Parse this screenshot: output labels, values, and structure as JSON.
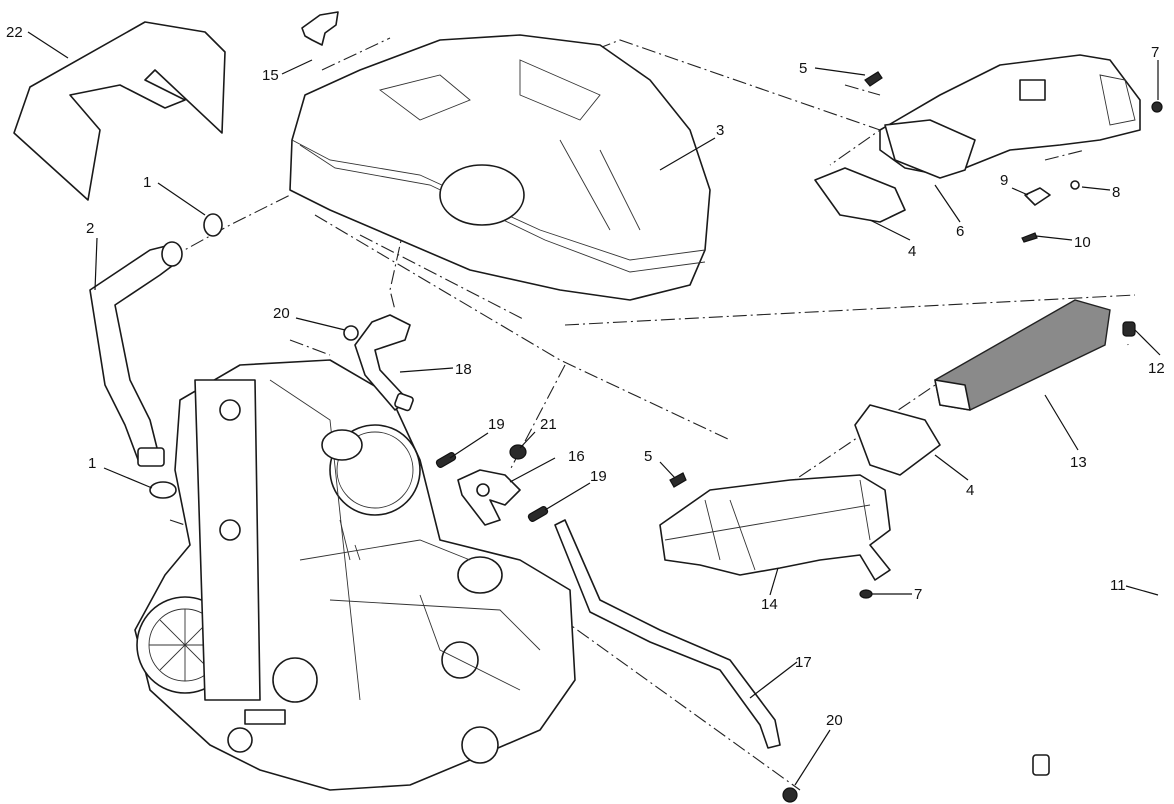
{
  "diagram": {
    "title": "Air intake / breather exploded view",
    "callouts": [
      {
        "id": "c22",
        "label": "22",
        "part": "heat shield cover"
      },
      {
        "id": "c15",
        "label": "15",
        "part": "clip"
      },
      {
        "id": "c1a",
        "label": "1",
        "part": "hose clamp"
      },
      {
        "id": "c2",
        "label": "2",
        "part": "breather hose"
      },
      {
        "id": "c1b",
        "label": "1",
        "part": "hose clamp"
      },
      {
        "id": "c3",
        "label": "3",
        "part": "airbox"
      },
      {
        "id": "c5a",
        "label": "5",
        "part": "screw"
      },
      {
        "id": "c7a",
        "label": "7",
        "part": "nut"
      },
      {
        "id": "c4a",
        "label": "4",
        "part": "gasket"
      },
      {
        "id": "c6",
        "label": "6",
        "part": "intake duct"
      },
      {
        "id": "c9",
        "label": "9",
        "part": "sensor"
      },
      {
        "id": "c8",
        "label": "8",
        "part": "spacer"
      },
      {
        "id": "c10",
        "label": "10",
        "part": "screw"
      },
      {
        "id": "c20a",
        "label": "20",
        "part": "clamp"
      },
      {
        "id": "c18",
        "label": "18",
        "part": "hose"
      },
      {
        "id": "c19a",
        "label": "19",
        "part": "clamp"
      },
      {
        "id": "c21",
        "label": "21",
        "part": "cap"
      },
      {
        "id": "c16",
        "label": "16",
        "part": "valve"
      },
      {
        "id": "c19b",
        "label": "19",
        "part": "clamp"
      },
      {
        "id": "c12",
        "label": "12",
        "part": "fitting"
      },
      {
        "id": "c13",
        "label": "13",
        "part": "air filter"
      },
      {
        "id": "c4b",
        "label": "4",
        "part": "gasket"
      },
      {
        "id": "c5b",
        "label": "5",
        "part": "screw"
      },
      {
        "id": "c14",
        "label": "14",
        "part": "intake duct"
      },
      {
        "id": "c7b",
        "label": "7",
        "part": "nut"
      },
      {
        "id": "c11",
        "label": "11",
        "part": "drain hose"
      },
      {
        "id": "c17",
        "label": "17",
        "part": "hose"
      },
      {
        "id": "c20b",
        "label": "20",
        "part": "clamp"
      }
    ]
  }
}
